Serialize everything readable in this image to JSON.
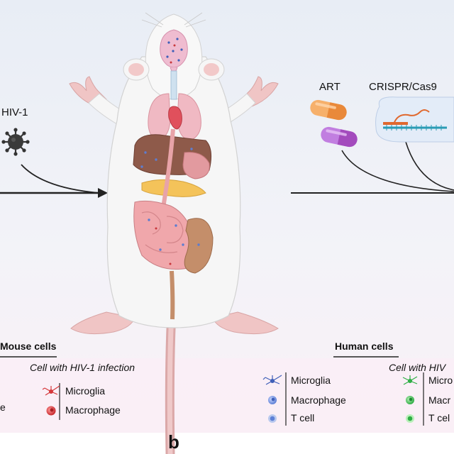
{
  "title_hiv": "HIV-1",
  "treatments": {
    "art": "ART",
    "crispr": "CRISPR/Cas9"
  },
  "mouse_legend": {
    "title": "Mouse cells",
    "subtitle": "Cell with HIV-1 infection",
    "items": [
      "Microglia",
      "Macrophage"
    ],
    "partial": "e"
  },
  "human_legend": {
    "title": "Human cells",
    "items": [
      "Microglia",
      "Macrophage",
      "T cell"
    ],
    "infected_title": "Cell with HIV",
    "infected_items": [
      "Micro",
      "Macr",
      "T cel"
    ]
  },
  "panel_label": "b",
  "colors": {
    "bg_top": "#e9edf5",
    "bg_bottom": "#f9f0f5",
    "mouse_body": "#f4f4f4",
    "mouse_ear": "#f2c9c9",
    "tail": "#e6b8b8",
    "capsule_orange": "#f19a45",
    "capsule_purple": "#a858c9",
    "virus": "#333333",
    "human_cell": "#5e80d6",
    "infected_human": "#35b74b",
    "infected_mouse": "#d5383b"
  }
}
